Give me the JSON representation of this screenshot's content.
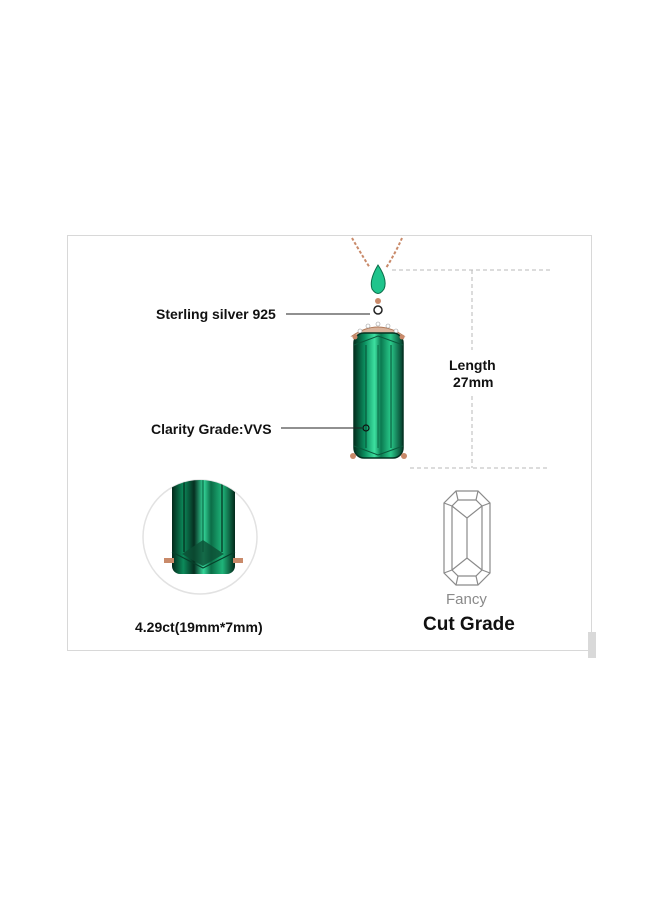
{
  "callouts": {
    "metal": "Sterling silver 925",
    "clarity": "Clarity Grade:VVS"
  },
  "dimension": {
    "label": "Length",
    "value": "27mm"
  },
  "gem": {
    "carat_size": "4.29ct(19mm*7mm)"
  },
  "cut": {
    "style": "Fancy",
    "title": "Cut Grade"
  },
  "colors": {
    "emerald_dark": "#053b2a",
    "emerald": "#0b8f5f",
    "emerald_light": "#34d99a",
    "rose_gold": "#c98a6a",
    "frame_border": "#d8d8d8",
    "dash_line": "#b8b8b8"
  }
}
